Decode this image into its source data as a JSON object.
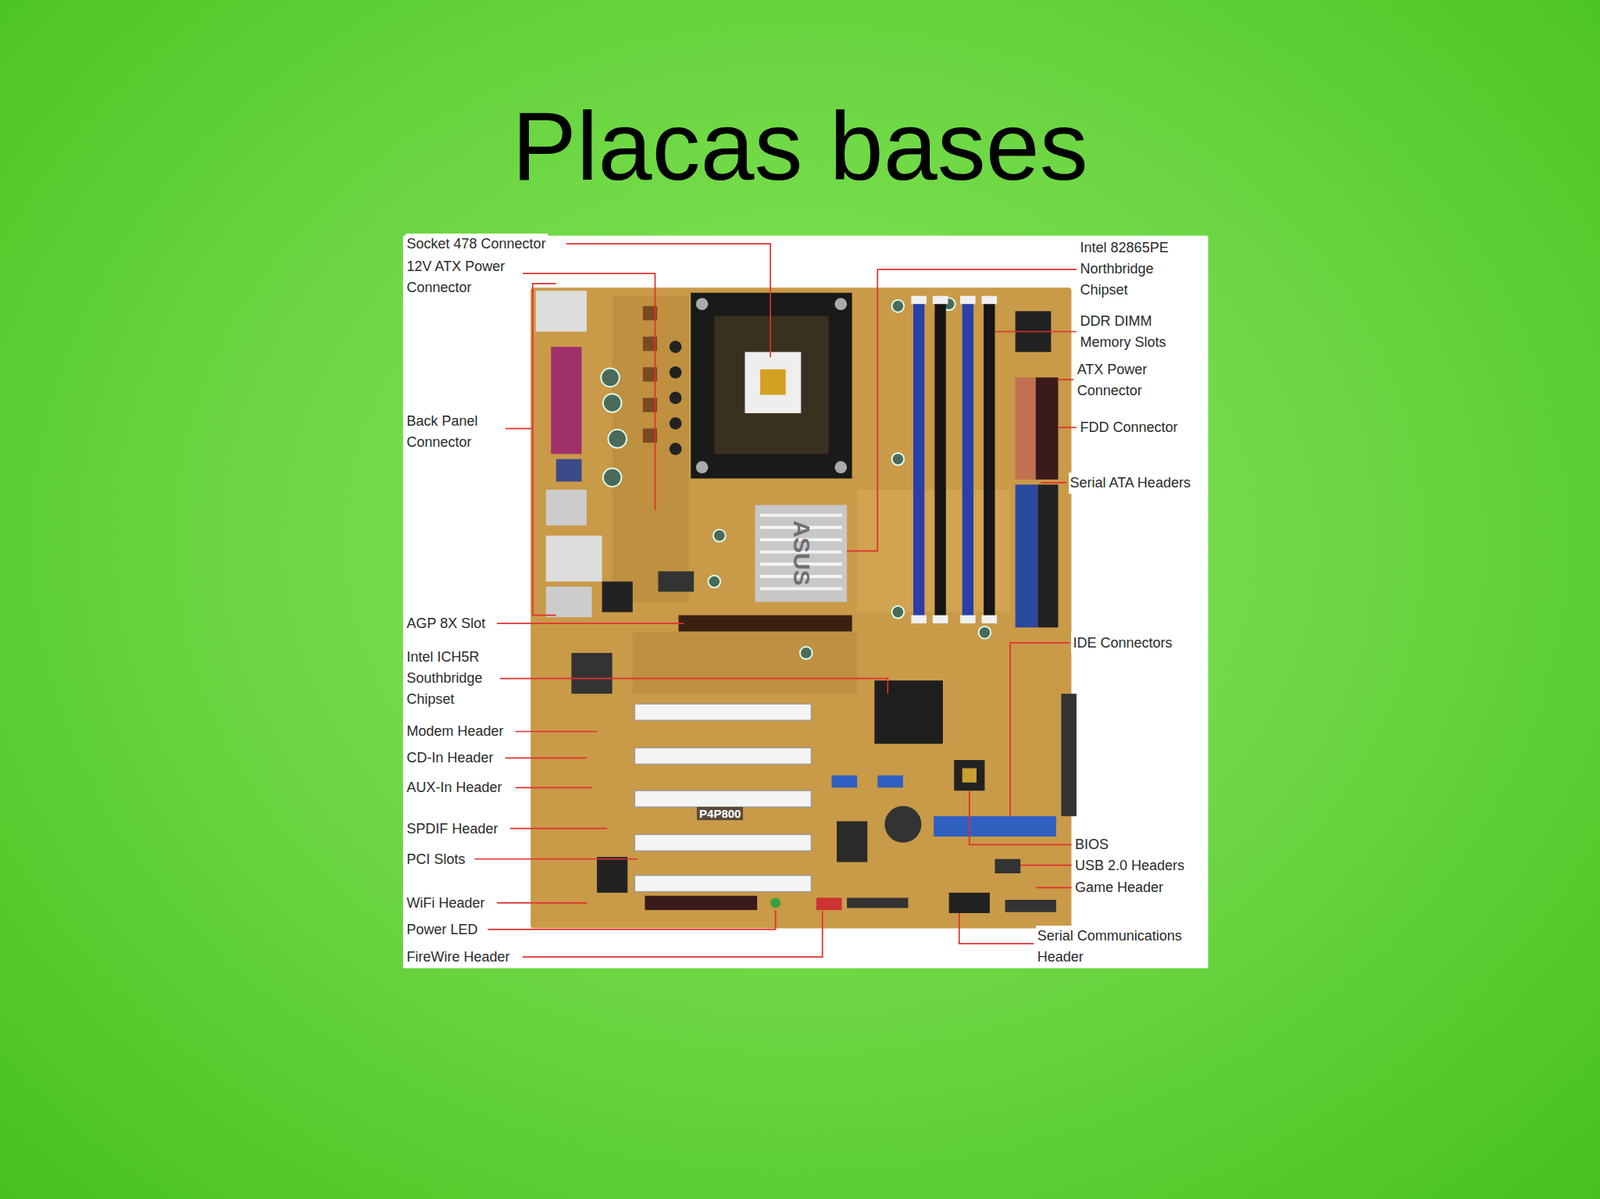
{
  "diagram": {
    "title": "Placas bases",
    "labels": [
      "Socket 478 Connector",
      "12V ATX Power Connector",
      "Back Panel Connector",
      "AGP 8X Slot",
      "Intel ICH5R Southbridge Chipset",
      "Modem Header",
      "CD-In Header",
      "AUX-In Header",
      "SPDIF Header",
      "PCI Slots",
      "WiFi Header",
      "Power LED",
      "FireWire Header",
      "Intel 82865PE Northbridge Chipset",
      "DDR DIMM Memory Slots",
      "ATX Power Connector",
      "FDD Connector",
      "Serial ATA Headers",
      "IDE Connectors",
      "BIOS",
      "USB 2.0 Headers",
      "Game Header",
      "Serial Communications Header",
      "ASUS",
      "P4P800"
    ]
  }
}
